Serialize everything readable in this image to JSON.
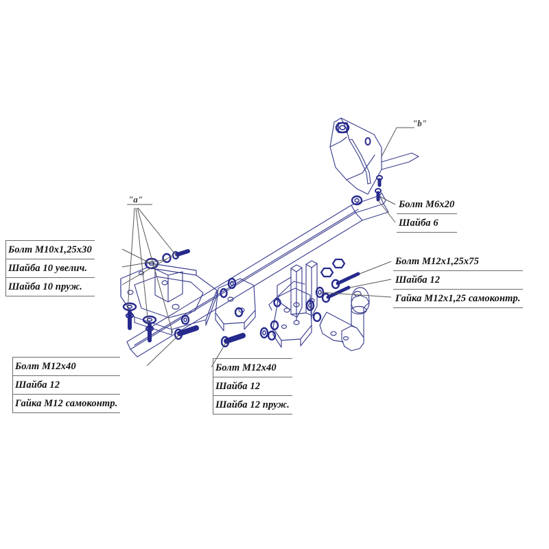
{
  "diagram": {
    "title": "Tow bar assembly exploded diagram",
    "background_color": "#ffffff",
    "part_line_color": "#3b3f8f",
    "hardware_color": "#262a8c",
    "leader_line_color": "#555555",
    "label_border_color": "#6b6b6b",
    "text_color": "#111111"
  },
  "markers": [
    {
      "id": "marker-a",
      "label": "\"a\""
    },
    {
      "id": "marker-b",
      "label": "\"b\""
    }
  ],
  "labels": [
    {
      "id": "label-top-left",
      "position": "left-upper",
      "lines": [
        "Болт М10х1,25х30",
        "Шайба 10 увелич.",
        "Шайба 10 пруж."
      ]
    },
    {
      "id": "label-top-right",
      "position": "right-upper",
      "lines": [
        "Болт М6х20",
        "Шайба 6"
      ]
    },
    {
      "id": "label-mid-right",
      "position": "right-middle",
      "lines": [
        "Болт М12х1,25х75",
        "Шайба 12",
        "Гайка М12х1,25 самоконтр."
      ]
    },
    {
      "id": "label-bottom-left",
      "position": "bottom-left",
      "lines": [
        "Болт М12х40",
        "Шайба 12",
        "Гайка М12 самоконтр."
      ]
    },
    {
      "id": "label-bottom-center",
      "position": "bottom-center",
      "lines": [
        "Болт М12х40",
        "Шайба 12",
        "Шайба 12 пруж."
      ]
    }
  ]
}
